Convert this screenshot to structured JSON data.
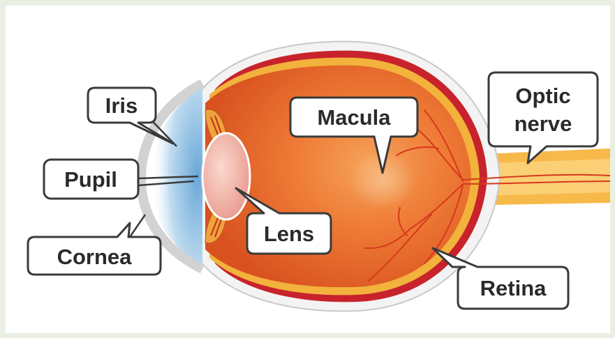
{
  "labels": {
    "iris": "Iris",
    "pupil": "Pupil",
    "cornea": "Cornea",
    "lens": "Lens",
    "macula": "Macula",
    "optic_nerve_line1": "Optic",
    "optic_nerve_line2": "nerve",
    "retina": "Retina"
  },
  "colors": {
    "eyeball": "#e8632a",
    "sclera": "#f3f3f3",
    "retina_layer": "#f2b23b",
    "choroid": "#c8232c",
    "optic_nerve": "#f7b94a",
    "blood_vessel": "#d7381c",
    "lens": "#f0b0a6",
    "iris": "#f0a23c",
    "cornea_tint": "#8fc3e6"
  }
}
